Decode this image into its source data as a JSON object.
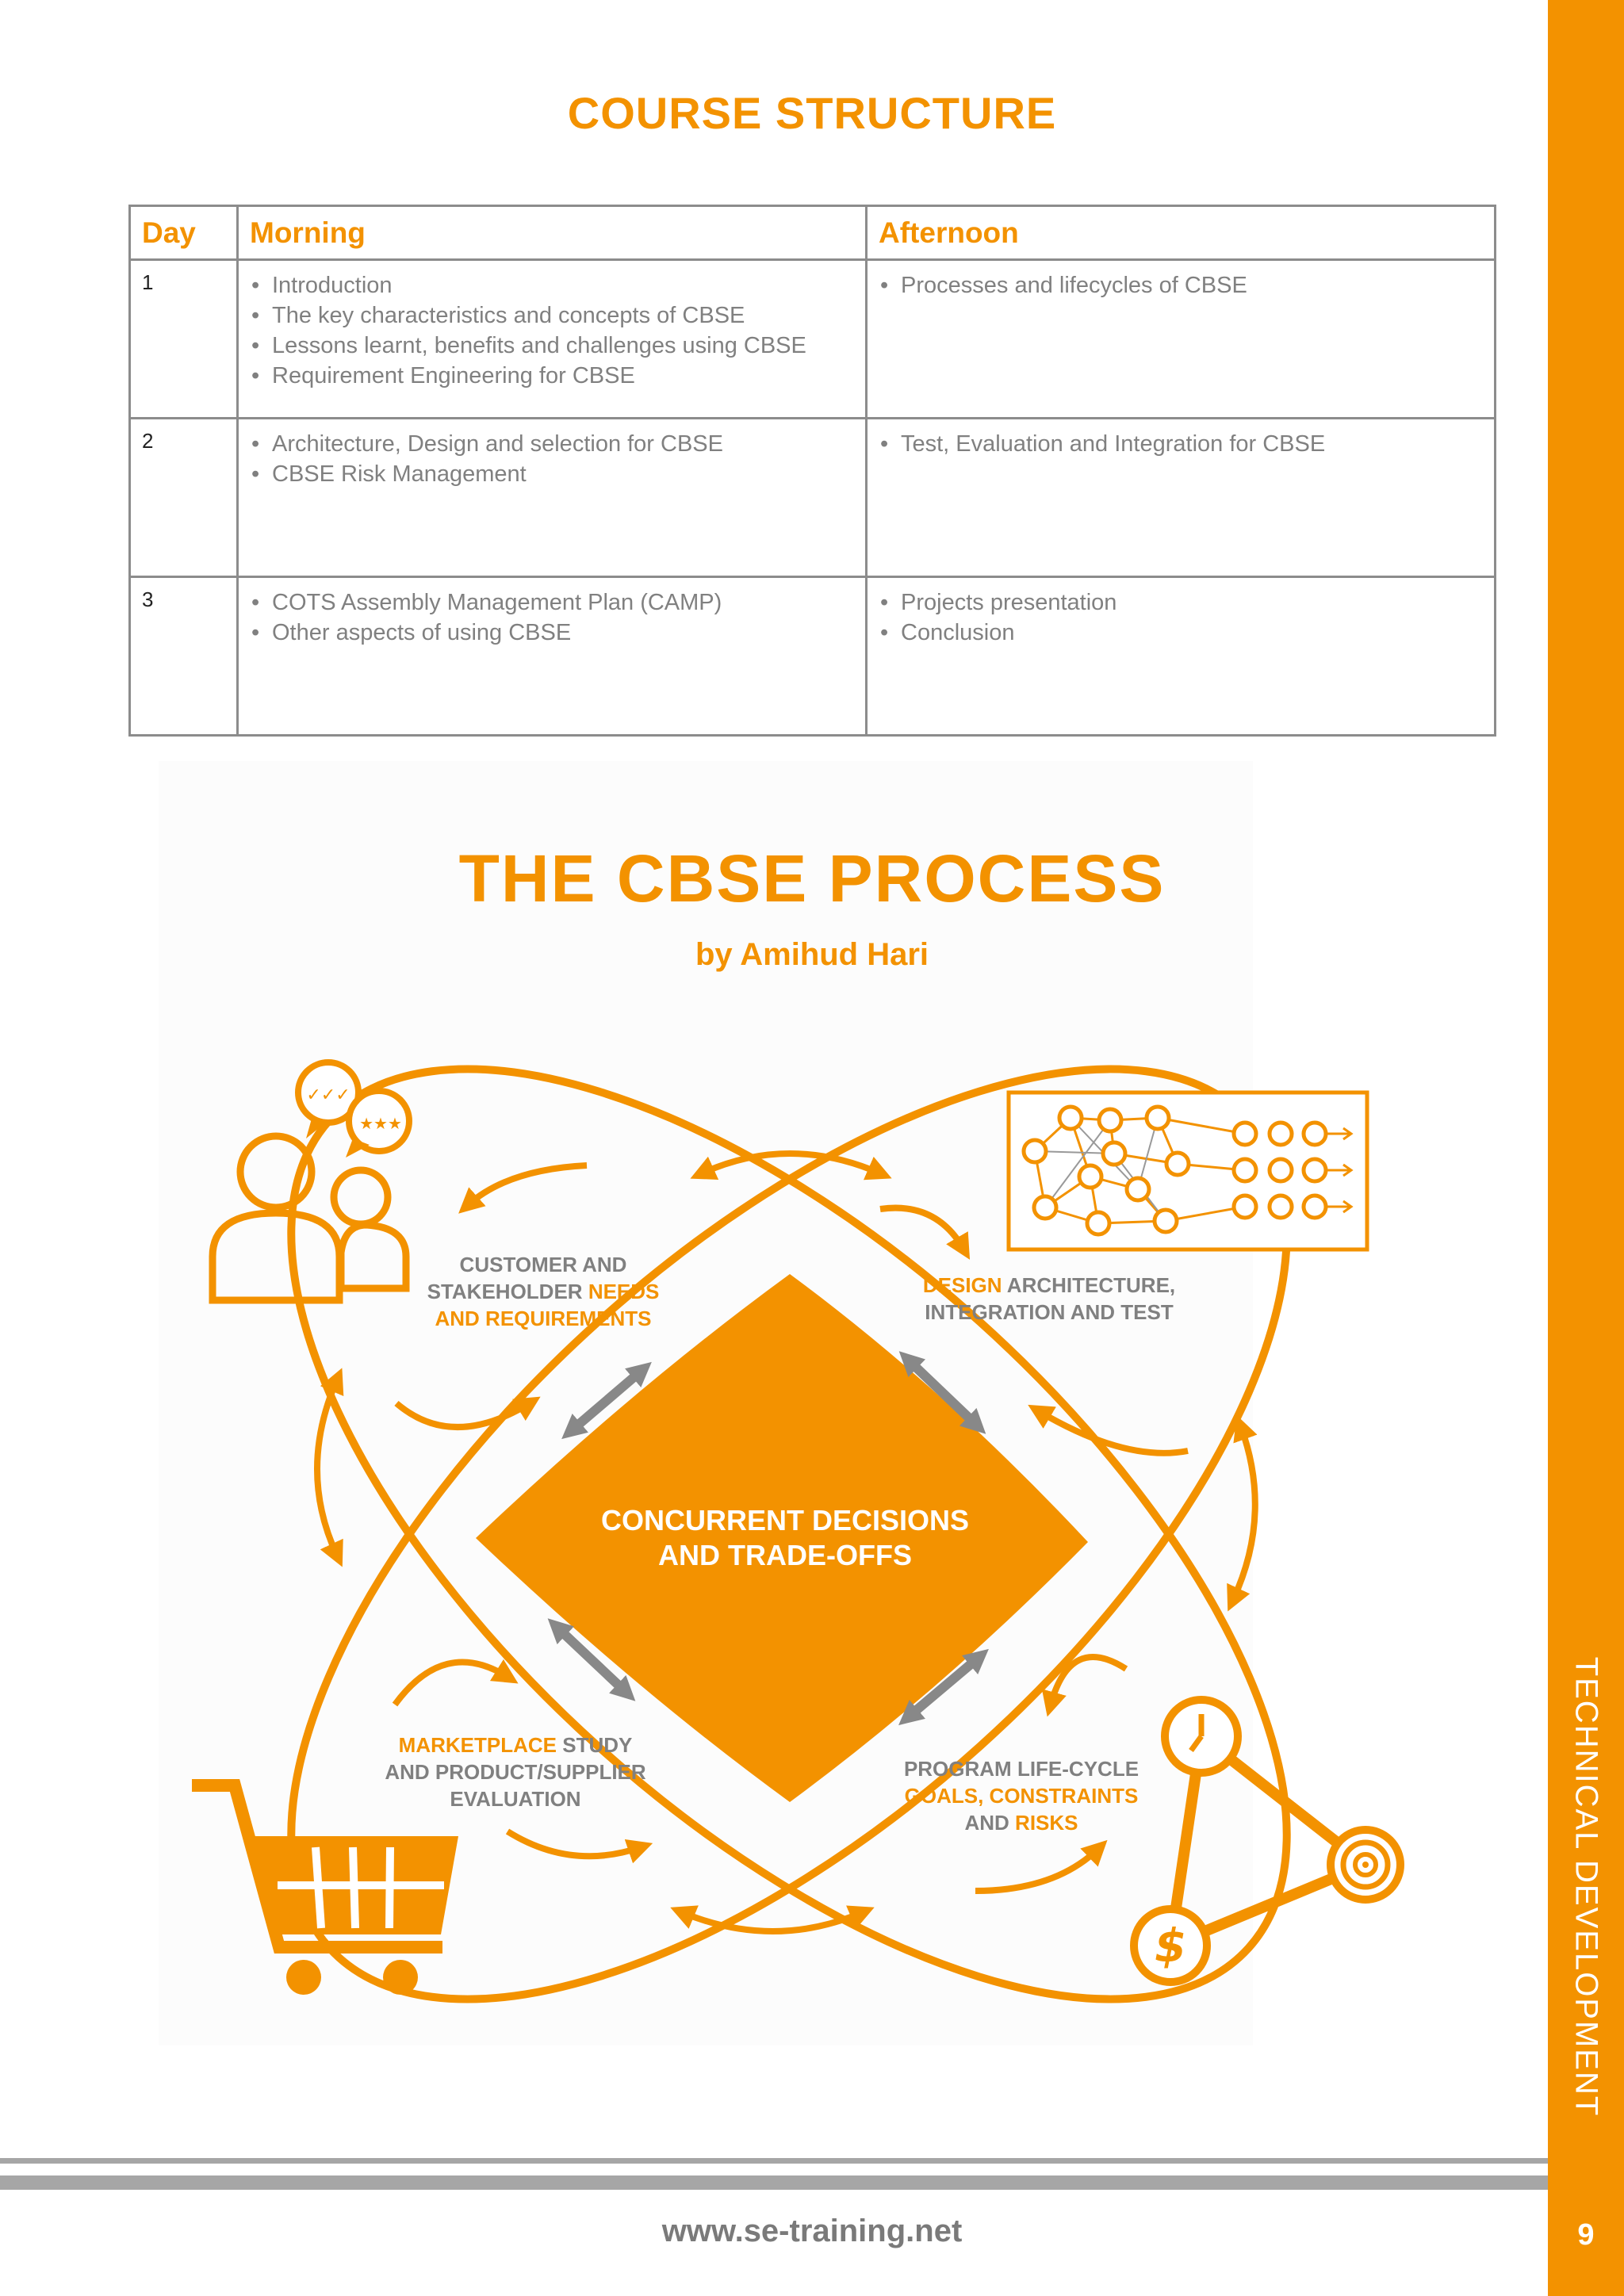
{
  "course": {
    "title": "COURSE STRUCTURE",
    "headers": {
      "day": "Day",
      "morning": "Morning",
      "afternoon": "Afternoon"
    },
    "rows": [
      {
        "day": "1",
        "morning": [
          "Introduction",
          "The key characteristics and concepts of CBSE",
          "Lessons learnt, benefits and challenges using CBSE",
          "Requirement Engineering for CBSE"
        ],
        "afternoon": [
          "Processes and lifecycles of CBSE"
        ]
      },
      {
        "day": "2",
        "morning": [
          "Architecture, Design and selection for CBSE",
          "CBSE Risk Management"
        ],
        "afternoon": [
          "Test, Evaluation and Integration for CBSE"
        ]
      },
      {
        "day": "3",
        "morning": [
          "COTS Assembly Management Plan (CAMP)",
          "Other aspects of using CBSE"
        ],
        "afternoon": [
          "Projects presentation",
          "Conclusion"
        ]
      }
    ]
  },
  "process": {
    "title": "THE CBSE PROCESS",
    "subtitle": "by Amihud Hari",
    "center": {
      "line1": "CONCURRENT DECISIONS",
      "line2": "AND TRADE-OFFS"
    },
    "customer": {
      "a": "CUSTOMER AND",
      "b": "STAKEHOLDER ",
      "c": "NEEDS",
      "d": "AND REQUIREMENTS"
    },
    "design": {
      "a": "DESIGN",
      "b": " ARCHITECTURE,",
      "c": "INTEGRATION AND TEST"
    },
    "marketplace": {
      "a": "MARKETPLACE",
      "b": " STUDY",
      "c": "AND PRODUCT/SUPPLIER",
      "d": "EVALUATION"
    },
    "program": {
      "a": "PROGRAM LIFE-CYCLE",
      "b": "GOALS, CONSTRAINTS",
      "c": "AND ",
      "d": "RISKS"
    },
    "icons": [
      "people-icon",
      "chat-bubbles-icon",
      "network-diagram-icon",
      "shopping-cart-icon",
      "clock-icon",
      "target-icon",
      "dollar-icon"
    ]
  },
  "sidebar": {
    "label": "TECHNICAL DEVELOPMENT",
    "page_number": "9"
  },
  "footer": {
    "url": "www.se-training.net"
  },
  "colors": {
    "accent": "#F39200",
    "gray": "#808080",
    "rule": "#a6a6a6"
  }
}
